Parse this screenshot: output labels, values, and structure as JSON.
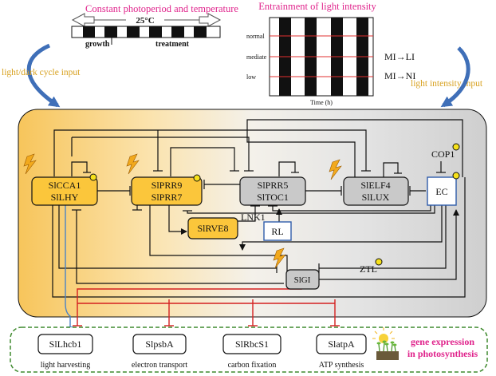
{
  "colors": {
    "pink": "#e0248c",
    "gold": "#d8a11f",
    "node_yellow": "#fbc63b",
    "node_gray": "#c9c9c9",
    "node_border_blue": "#2f5caa",
    "red": "#d42020",
    "blue_arrow": "#4a82c6",
    "green_dash": "#3f8a2e",
    "dot_yellow": "#f6e11a"
  },
  "top_left": {
    "title": "Constant photoperiod and temperature",
    "temperature": "25°C",
    "growth_label": "growth",
    "treatment_label": "treatment",
    "input_label": "light/dark cycle input"
  },
  "top_right": {
    "title": "Entrainment of light intensity",
    "levels": [
      "normal",
      "mediate",
      "low"
    ],
    "x_axis": "Time (h)",
    "transition_mi_li": "MI→LI",
    "transition_mi_ni": "MI→NI",
    "input_label": "light intensity input"
  },
  "nodes": {
    "cca1_line1": "SlCCA1",
    "cca1_line2": "SlLHY",
    "prr9_line1": "SlPRR9",
    "prr9_line2": "SlPRR7",
    "prr5_line1": "SlPRR5",
    "prr5_line2": "SlTOC1",
    "elf4_line1": "SlELF4",
    "elf4_line2": "SlLUX",
    "ec": "EC",
    "rve8": "SlRVE8",
    "lnk1": "LNK1",
    "rl": "RL",
    "gi": "SlGI",
    "cop1": "COP1",
    "ztl": "ZTL"
  },
  "outputs": {
    "genes": [
      "SlLhcb1",
      "SlpsbA",
      "SlRbcS1",
      "SlatpA"
    ],
    "processes": [
      "light harvesting",
      "electron transport",
      "carbon fixation",
      "ATP synthesis"
    ],
    "title_line1": "gene expression",
    "title_line2": "in photosynthesis"
  }
}
